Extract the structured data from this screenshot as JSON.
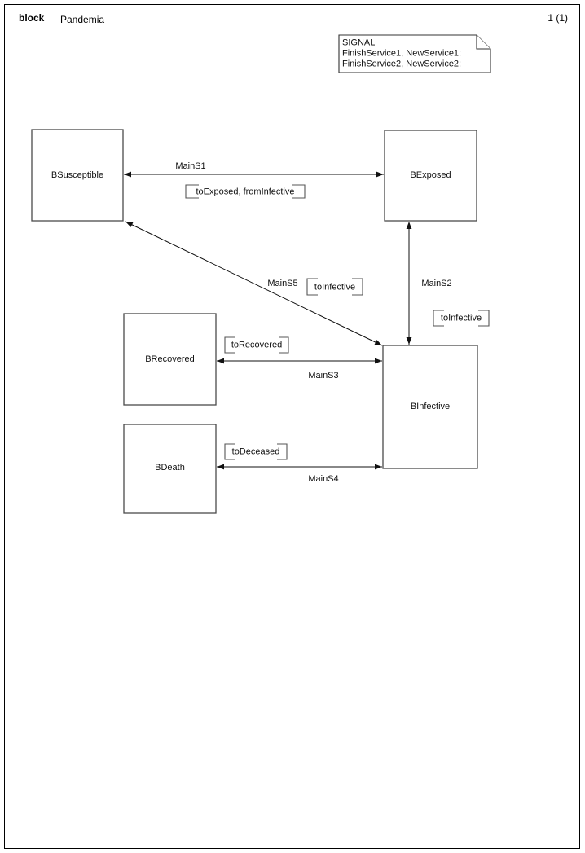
{
  "page": {
    "header_keyword": "block",
    "header_name": "Pandemia",
    "page_number": "1 (1)"
  },
  "text_symbol": {
    "name": "signal-declaration",
    "lines": [
      "SIGNAL",
      "FinishService1, NewService1;",
      "FinishService2, NewService2;"
    ]
  },
  "blocks": [
    {
      "id": "BSusceptible",
      "label": "BSusceptible"
    },
    {
      "id": "BExposed",
      "label": "BExposed"
    },
    {
      "id": "BRecovered",
      "label": "BRecovered"
    },
    {
      "id": "BInfective",
      "label": "BInfective"
    },
    {
      "id": "BDeath",
      "label": "BDeath"
    }
  ],
  "channels": [
    {
      "id": "MainS1",
      "label": "MainS1",
      "from": "BSusceptible",
      "to": "BExposed",
      "direction": "bidirectional",
      "signals": "toExposed, fromInfective"
    },
    {
      "id": "MainS2",
      "label": "MainS2",
      "from": "BExposed",
      "to": "BInfective",
      "direction": "bidirectional",
      "signals": "toInfective"
    },
    {
      "id": "MainS3",
      "label": "MainS3",
      "from": "BRecovered",
      "to": "BInfective",
      "direction": "bidirectional",
      "signals": "toRecovered"
    },
    {
      "id": "MainS4",
      "label": "MainS4",
      "from": "BDeath",
      "to": "BInfective",
      "direction": "bidirectional",
      "signals": "toDeceased"
    },
    {
      "id": "MainS5",
      "label": "MainS5",
      "from": "BSusceptible",
      "to": "BInfective",
      "direction": "bidirectional",
      "signals": "toInfective"
    }
  ],
  "colors": {
    "frame_stroke": "#000000",
    "block_stroke": "#4a4a4a",
    "line_stroke": "#111111",
    "background": "#ffffff"
  }
}
